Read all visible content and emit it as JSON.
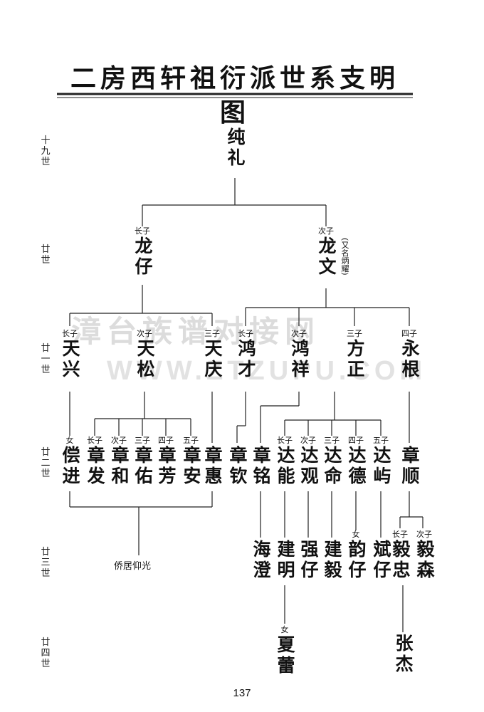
{
  "title": "二房西轩祖衍派世系支明图",
  "watermark": {
    "text": "漳台族谱对接网",
    "url": "WWW.ZTZUPU.COM"
  },
  "generations": [
    "十九世",
    "廿世",
    "廿一世",
    "廿二世",
    "廿三世",
    "廿四世"
  ],
  "nodes": {
    "chunli": {
      "rank": "",
      "name": "纯礼"
    },
    "longzai": {
      "rank": "长子",
      "name": "龙仔"
    },
    "longwen": {
      "rank": "次子",
      "name": "龙文",
      "note": "(又名炳耀)"
    },
    "tianxing": {
      "rank": "长子",
      "name": "天兴"
    },
    "tiansong": {
      "rank": "次子",
      "name": "天松"
    },
    "tianqing": {
      "rank": "三子",
      "name": "天庆"
    },
    "hongcai": {
      "rank": "长子",
      "name": "鸿才"
    },
    "hongxiang": {
      "rank": "次子",
      "name": "鸿祥"
    },
    "fangzheng": {
      "rank": "三子",
      "name": "方正"
    },
    "yonggen": {
      "rank": "四子",
      "name": "永根"
    },
    "changjin": {
      "rank": "女",
      "name": "偿进"
    },
    "zhangfa": {
      "rank": "长子",
      "name": "章发"
    },
    "zhanghe": {
      "rank": "次子",
      "name": "章和"
    },
    "zhangyou": {
      "rank": "三子",
      "name": "章佑"
    },
    "zhangfang": {
      "rank": "四子",
      "name": "章芳"
    },
    "zhangan": {
      "rank": "五子",
      "name": "章安"
    },
    "zhanghui": {
      "rank": "",
      "name": "章惠"
    },
    "zhangqin": {
      "rank": "",
      "name": "章钦"
    },
    "zhangming": {
      "rank": "",
      "name": "章铭"
    },
    "daneng": {
      "rank": "长子",
      "name": "达能"
    },
    "daguan": {
      "rank": "次子",
      "name": "达观"
    },
    "daming": {
      "rank": "三子",
      "name": "达命"
    },
    "dade": {
      "rank": "四子",
      "name": "达德"
    },
    "dayu": {
      "rank": "五子",
      "name": "达屿"
    },
    "zhangshun": {
      "rank": "",
      "name": "章顺"
    },
    "haicheng": {
      "rank": "",
      "name": "海澄"
    },
    "jianming": {
      "rank": "",
      "name": "建明"
    },
    "qiangzai": {
      "rank": "",
      "name": "强仔"
    },
    "jianyi": {
      "rank": "",
      "name": "建毅"
    },
    "yunzai": {
      "rank": "女",
      "name": "韵仔"
    },
    "binzai": {
      "rank": "",
      "name": "斌仔"
    },
    "yizhong": {
      "rank": "长子",
      "name": "毅忠"
    },
    "yisen": {
      "rank": "次子",
      "name": "毅森"
    },
    "xialei": {
      "rank": "女",
      "name": "夏蕾"
    },
    "zhangjie": {
      "rank": "",
      "name": "张杰"
    }
  },
  "caption": "侨居仰光",
  "page_number": "137"
}
